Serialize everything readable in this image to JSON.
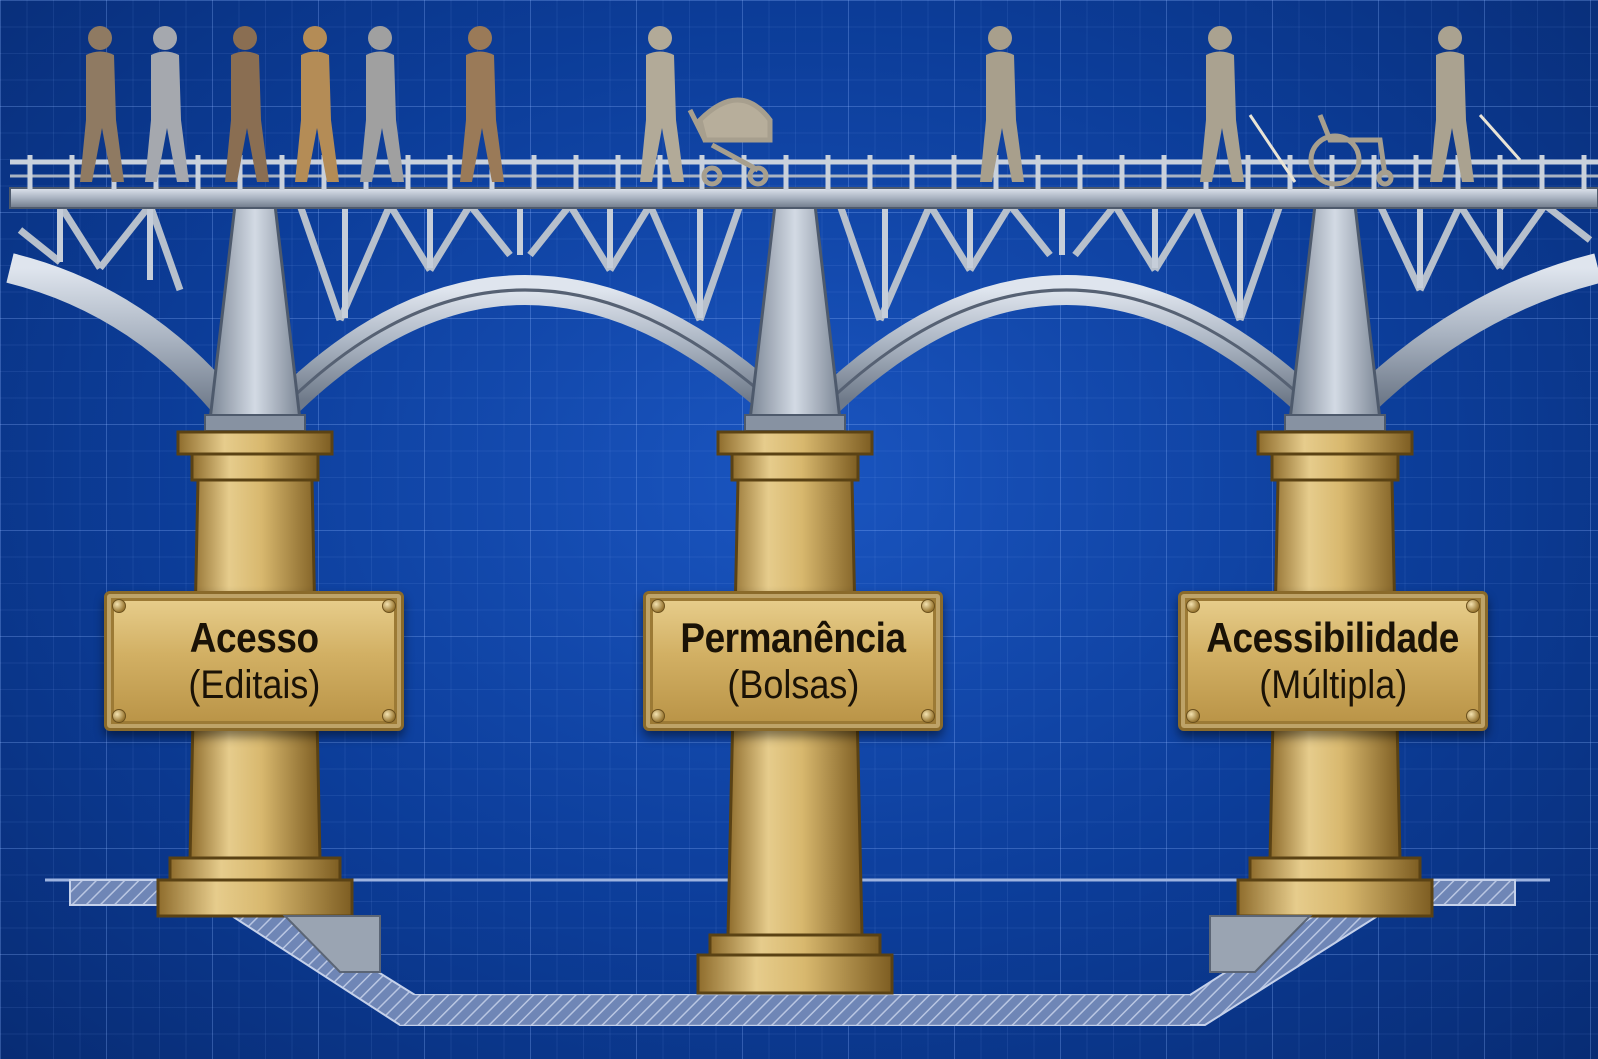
{
  "pillars": [
    {
      "title": "Acesso",
      "subtitle": "(Editais)"
    },
    {
      "title": "Permanência",
      "subtitle": "(Bolsas)"
    },
    {
      "title": "Acessibilidade",
      "subtitle": "(Múltipla)"
    }
  ],
  "icons": {
    "pedestrians": "person-walking-icon",
    "stroller": "baby-stroller-icon",
    "wheelchair": "wheelchair-icon",
    "cane": "white-cane-icon"
  },
  "colors": {
    "background": "#0b3a8f",
    "steel": "#aab4c2",
    "gold": "#d2b064",
    "silhouette": "#9a9384"
  }
}
